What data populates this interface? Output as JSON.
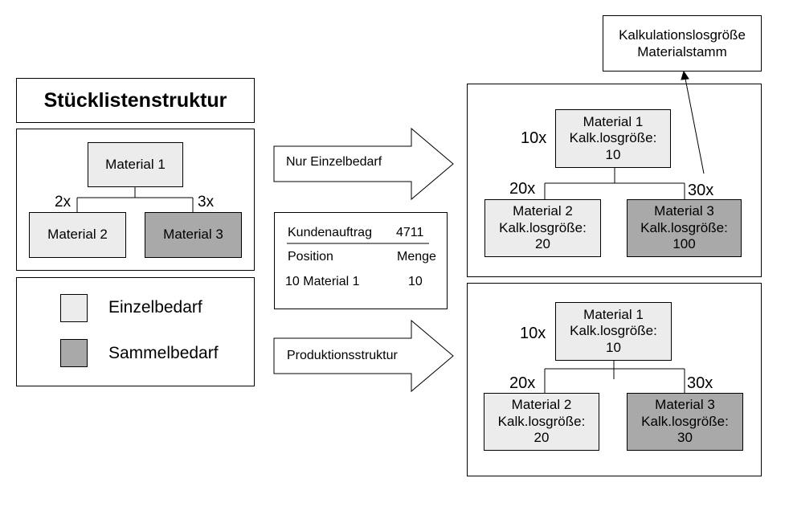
{
  "left": {
    "title": "Stücklistenstruktur",
    "tree": {
      "root": "Material 1",
      "left_qty": "2x",
      "right_qty": "3x",
      "left_child": "Material 2",
      "right_child": "Material 3"
    },
    "legend": {
      "individual": "Einzelbedarf",
      "collective": "Sammelbedarf"
    }
  },
  "middle": {
    "arrow_top": "Nur Einzelbedarf",
    "arrow_bottom": "Produktionsstruktur",
    "order": {
      "label": "Kundenauftrag",
      "number": "4711",
      "col_position": "Position",
      "col_quantity": "Menge",
      "row_position": "10 Material 1",
      "row_quantity": "10"
    }
  },
  "right": {
    "top_note": {
      "line1": "Kalkulationslosgröße",
      "line2": "Materialstamm"
    },
    "top_tree": {
      "root_qty": "10x",
      "root": {
        "name": "Material 1",
        "label": "Kalk.losgröße:",
        "value": "10"
      },
      "left_qty": "20x",
      "right_qty": "30x",
      "left": {
        "name": "Material 2",
        "label": "Kalk.losgröße:",
        "value": "20"
      },
      "right": {
        "name": "Material 3",
        "label": "Kalk.losgröße:",
        "value": "100"
      }
    },
    "bottom_tree": {
      "root_qty": "10x",
      "root": {
        "name": "Material 1",
        "label": "Kalk.losgröße:",
        "value": "10"
      },
      "left_qty": "20x",
      "right_qty": "30x",
      "left": {
        "name": "Material 2",
        "label": "Kalk.losgröße:",
        "value": "20"
      },
      "right": {
        "name": "Material 3",
        "label": "Kalk.losgröße:",
        "value": "30"
      }
    }
  },
  "colors": {
    "individual_fill": "#ececec",
    "collective_fill": "#a9a9a9",
    "stroke": "#000000"
  }
}
